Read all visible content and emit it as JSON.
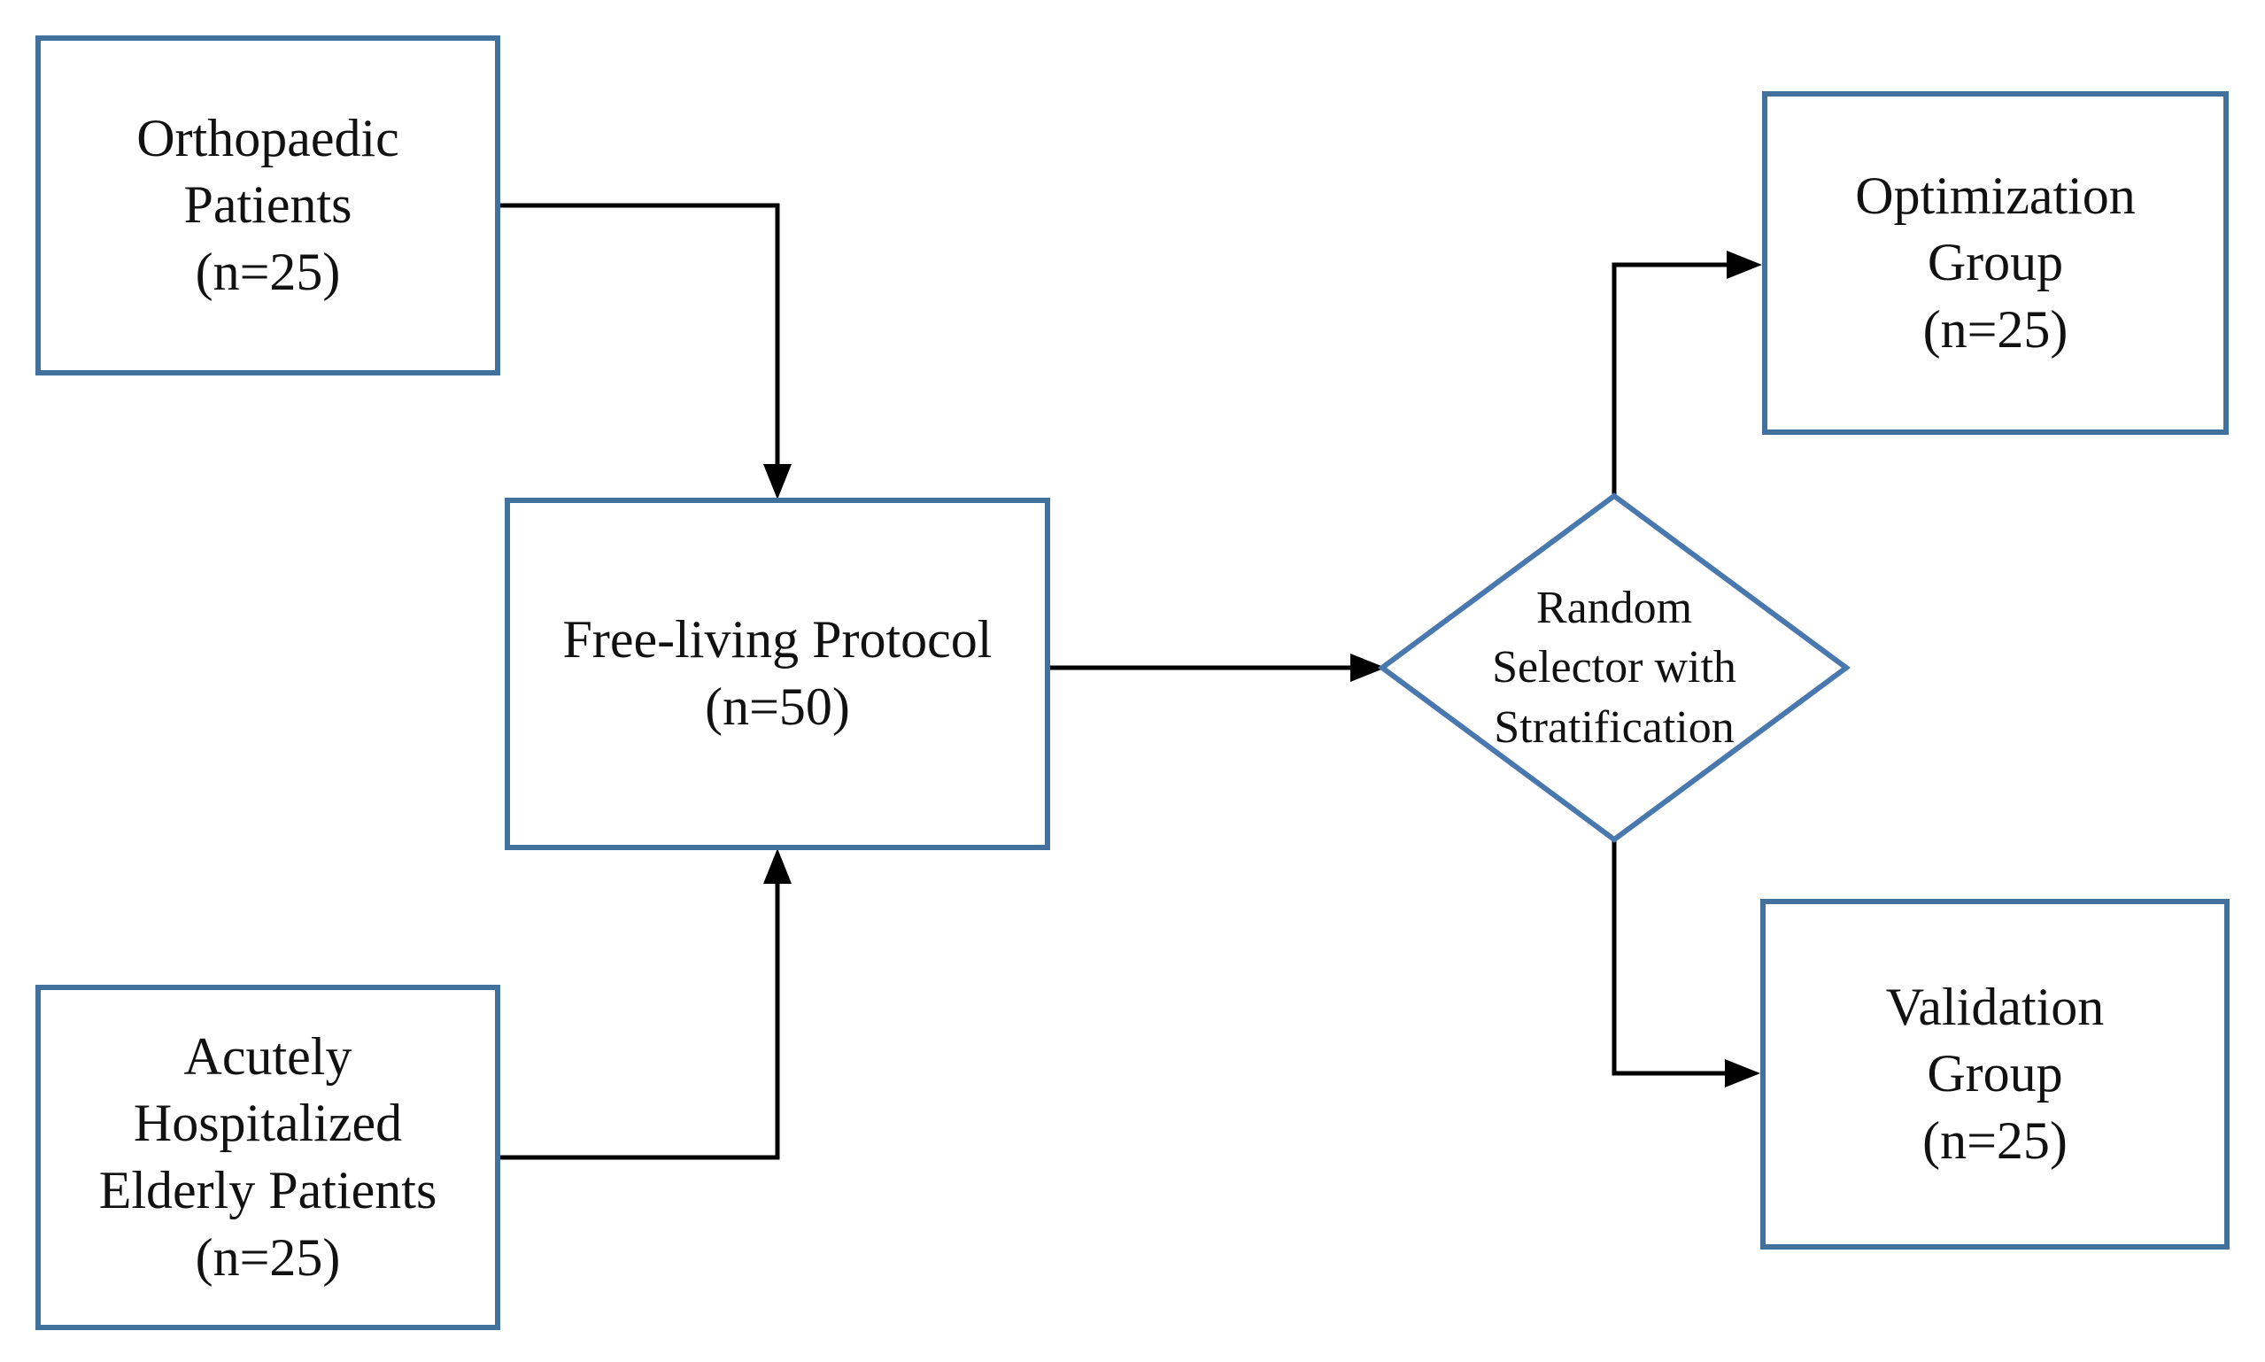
{
  "nodes": {
    "orthopaedic": {
      "lines": [
        "Orthopaedic",
        "Patients",
        "(n=25)"
      ]
    },
    "elderly": {
      "lines": [
        "Acutely",
        "Hospitalized",
        "Elderly Patients",
        "(n=25)"
      ]
    },
    "protocol": {
      "lines": [
        "Free-living Protocol",
        "(n=50)"
      ]
    },
    "selector": {
      "lines": [
        "Random",
        "Selector with",
        "Stratification"
      ]
    },
    "optimization": {
      "lines": [
        "Optimization",
        "Group",
        "(n=25)"
      ]
    },
    "validation": {
      "lines": [
        "Validation",
        "Group",
        "(n=25)"
      ]
    }
  },
  "edges": [
    {
      "from": "Orthopaedic Patients (n=25)",
      "to": "Free-living Protocol (n=50)"
    },
    {
      "from": "Acutely Hospitalized Elderly Patients (n=25)",
      "to": "Free-living Protocol (n=50)"
    },
    {
      "from": "Free-living Protocol (n=50)",
      "to": "Random Selector with Stratification"
    },
    {
      "from": "Random Selector with Stratification",
      "to": "Optimization Group (n=25)"
    },
    {
      "from": "Random Selector with Stratification",
      "to": "Validation Group (n=25)"
    }
  ],
  "colors": {
    "box_border": "#41719C",
    "diamond_border": "#4878AD",
    "connector": "#000000",
    "text": "#111111",
    "background": "#ffffff"
  }
}
